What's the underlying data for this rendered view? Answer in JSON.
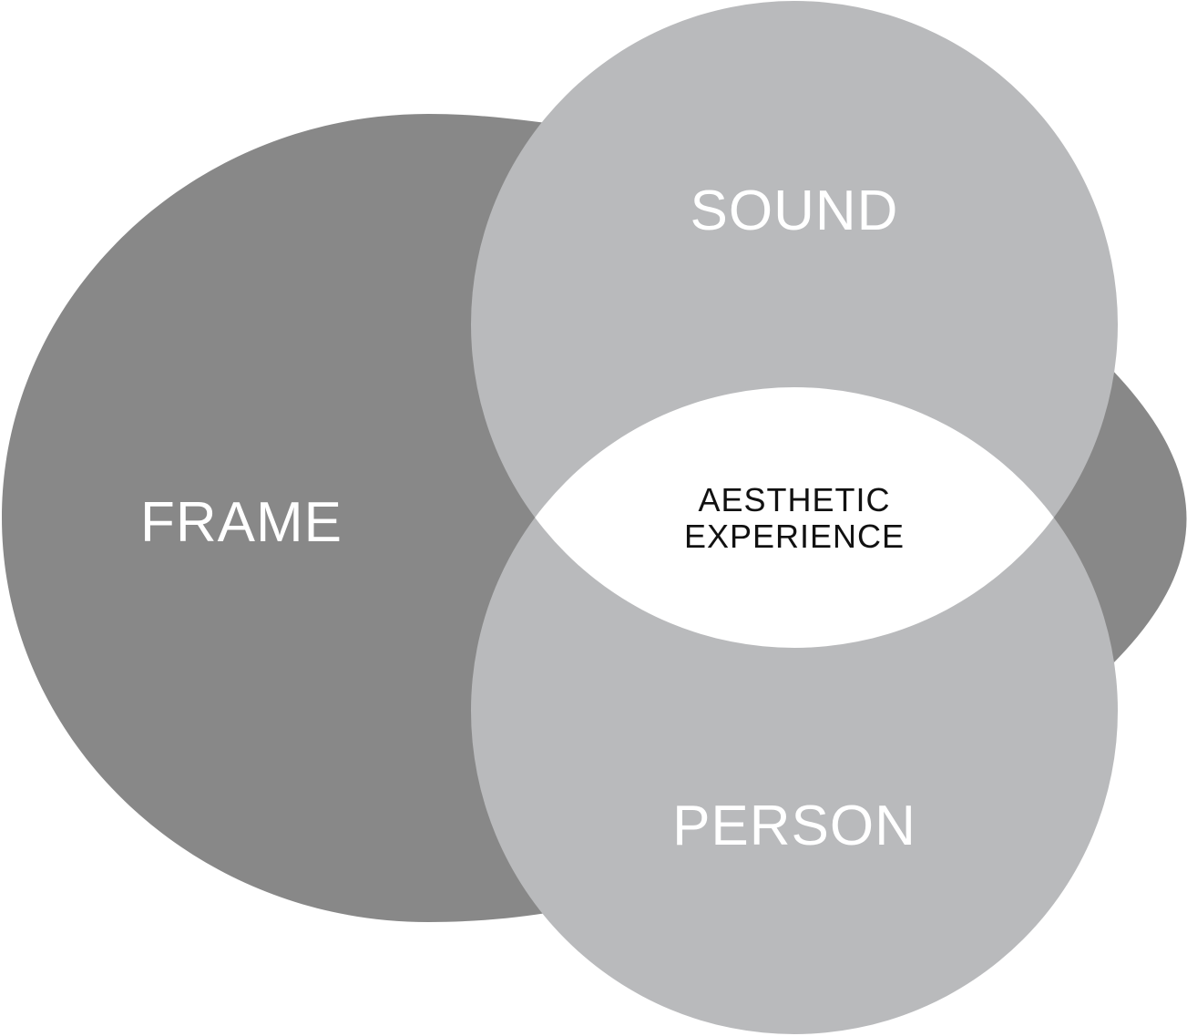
{
  "diagram": {
    "colors": {
      "frame": "#888888",
      "circles": "#b9babc",
      "center": "#ffffff",
      "light_text": "#ffffff",
      "dark_text": "#111111"
    },
    "labels": {
      "frame": "FRAME",
      "sound": "SOUND",
      "person": "PERSON",
      "center_line1": "AESTHETIC",
      "center_line2": "EXPERIENCE"
    }
  }
}
